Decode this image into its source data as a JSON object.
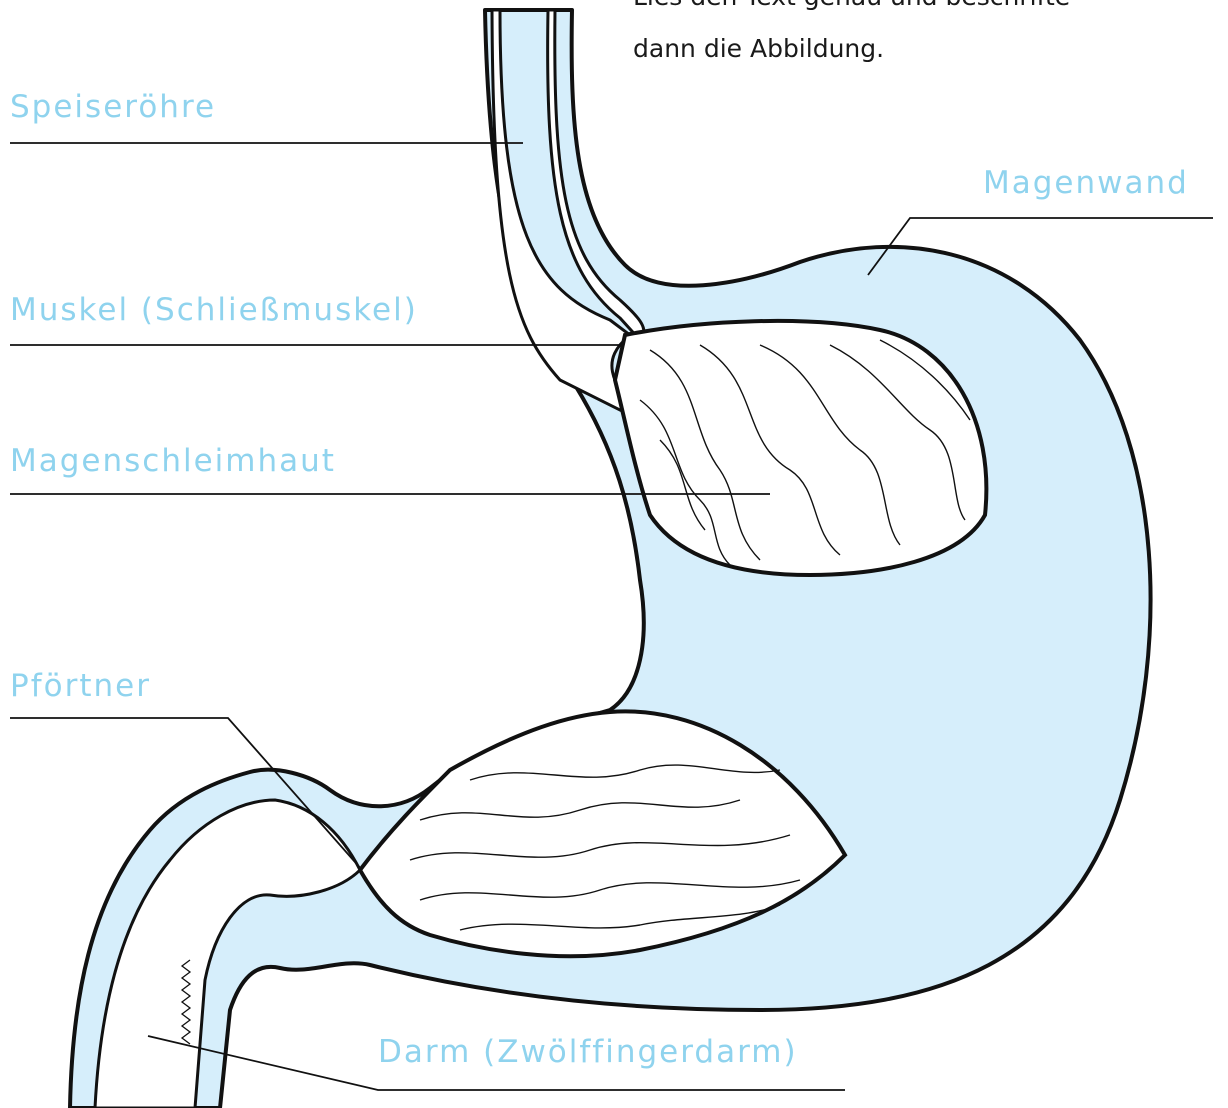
{
  "instructions": {
    "line1": "Lies den Text genau und beschrifte",
    "line2": "dann die Abbildung."
  },
  "labels": {
    "speiseroehre": "Speiseröhre",
    "magenwand": "Magenwand",
    "muskel": "Muskel (Schließmuskel)",
    "magenschleimhaut": "Magenschleimhaut",
    "pfoertner": "Pförtner",
    "darm": "Darm (Zwölffingerdarm)"
  },
  "colors": {
    "label": "#8fd3ee",
    "wall_fill": "#d6eefb",
    "outline": "#111111"
  }
}
